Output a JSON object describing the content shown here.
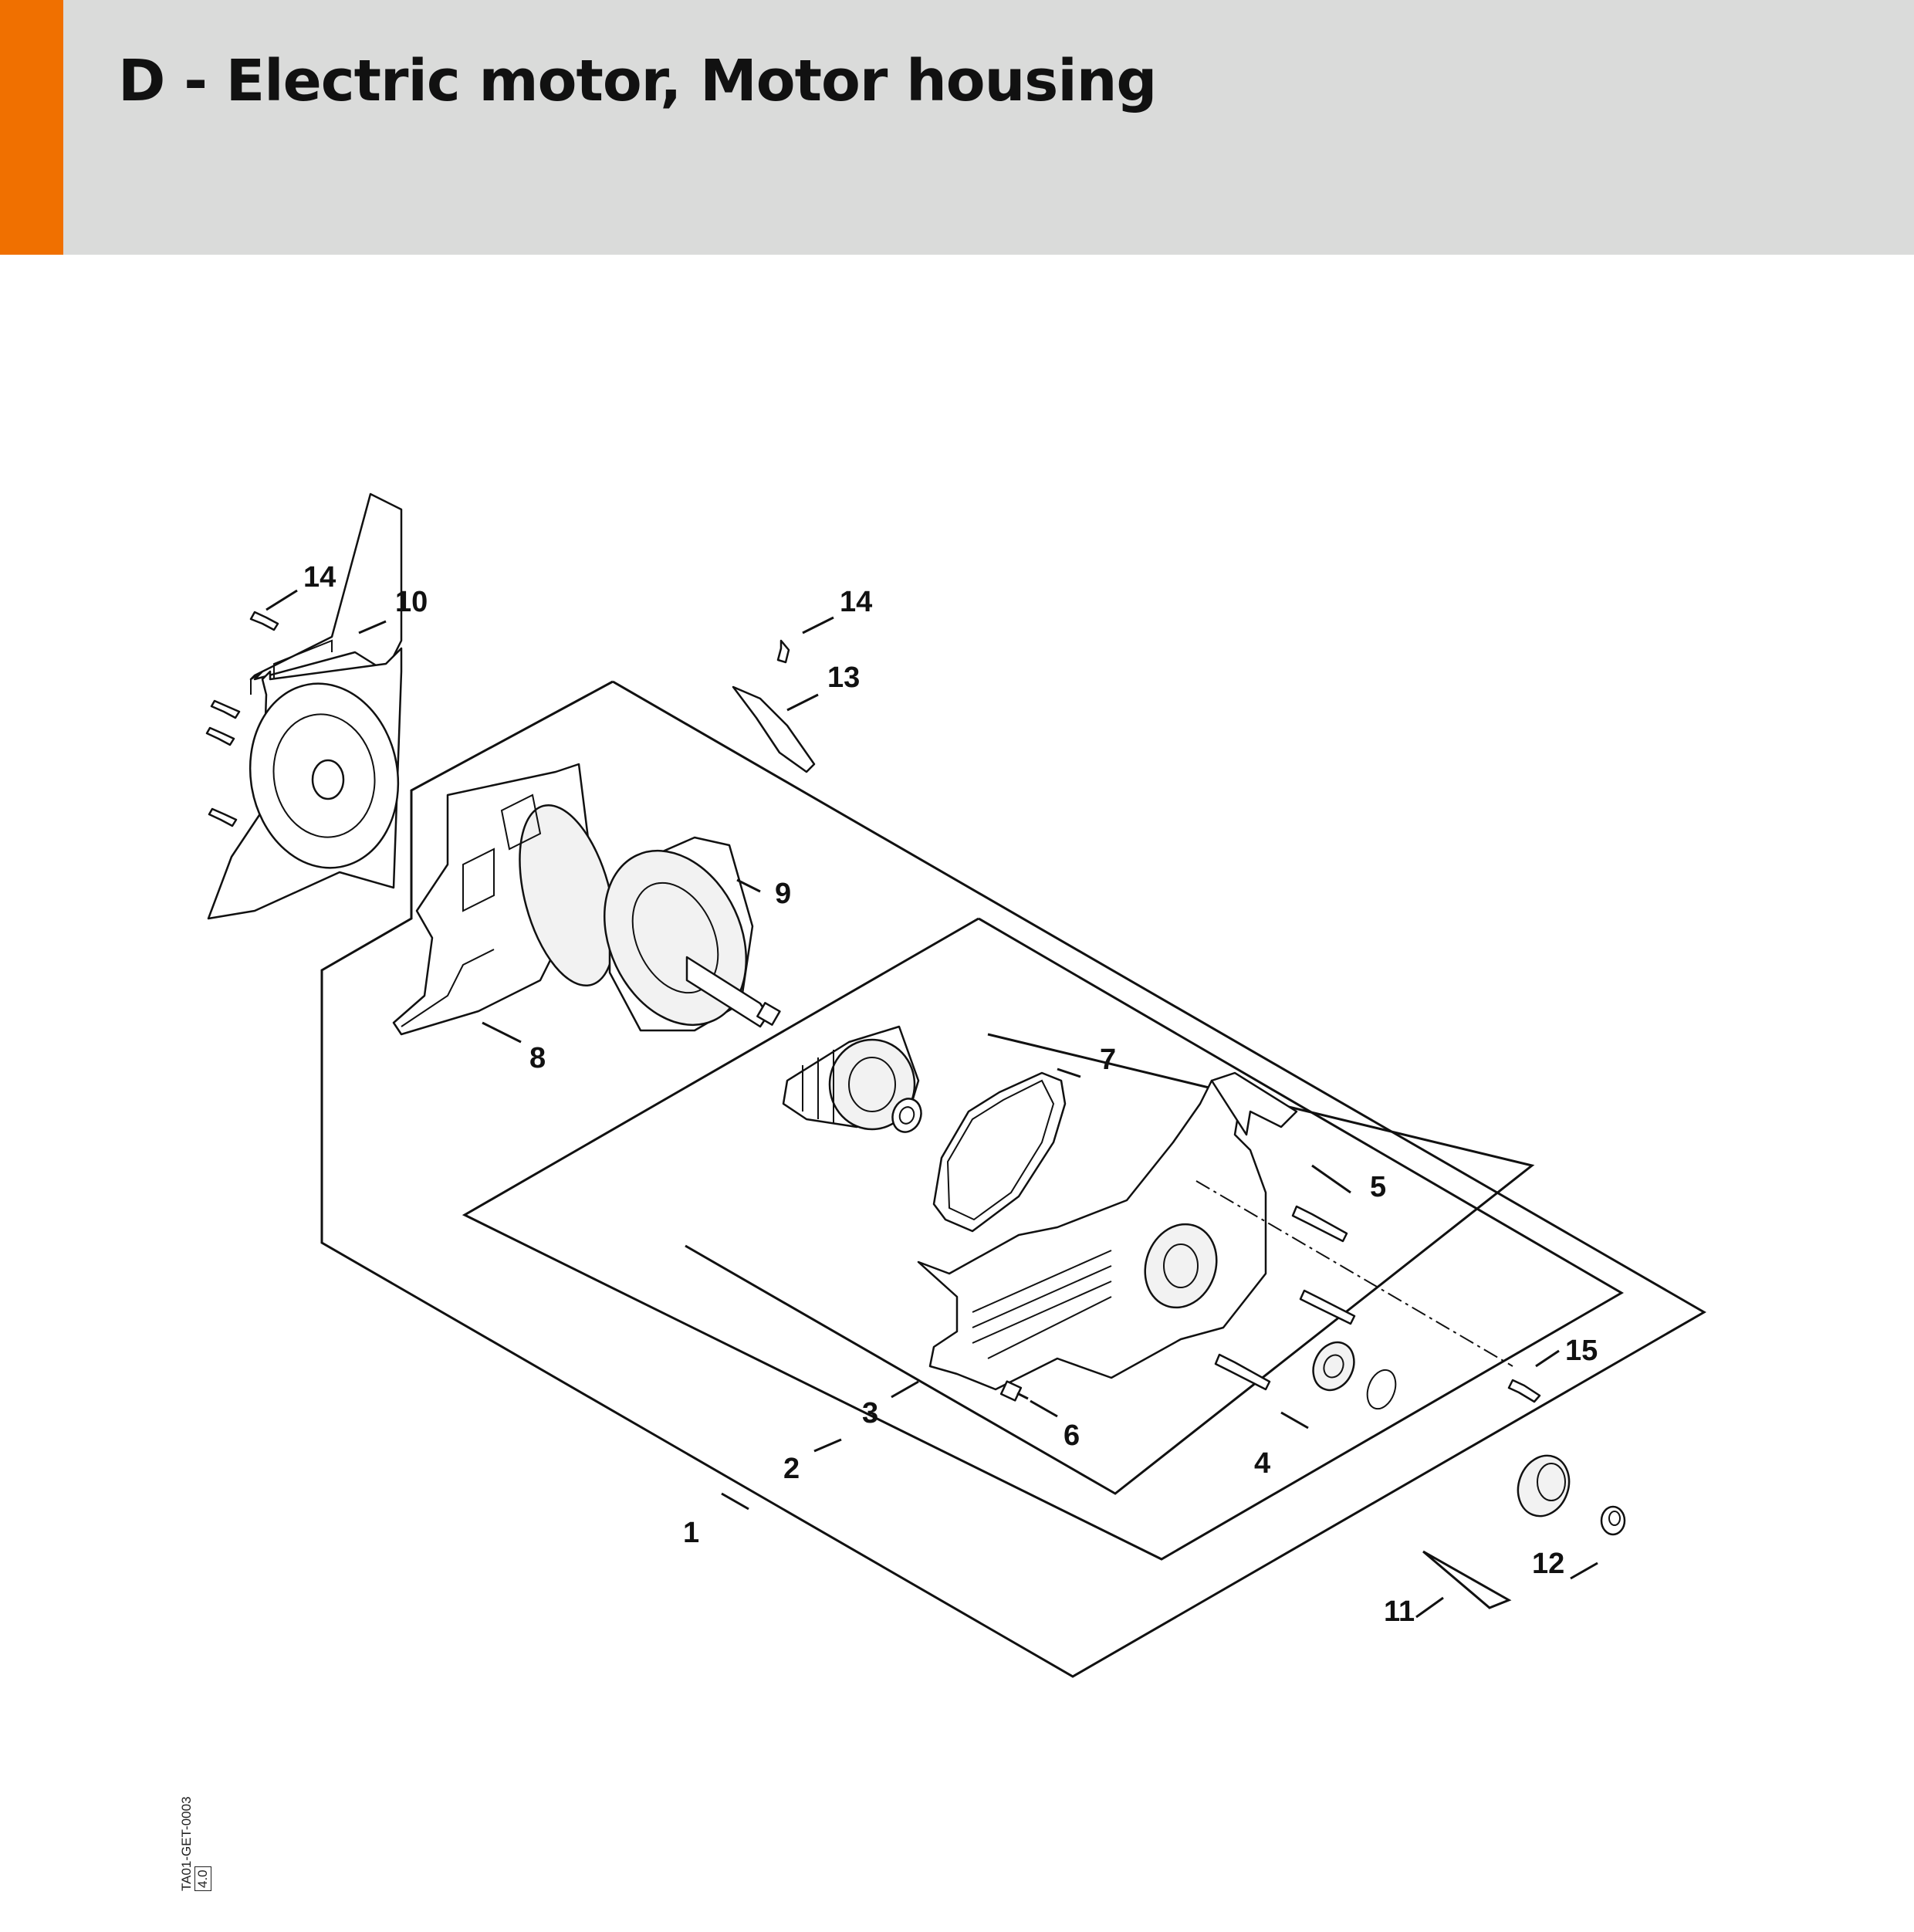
{
  "header": {
    "title": "D - Electric motor, Motor housing",
    "accent_color": "#f07000",
    "background_color": "#dadbda"
  },
  "diagram": {
    "callouts": [
      "1",
      "2",
      "3",
      "4",
      "5",
      "6",
      "7",
      "8",
      "9",
      "10",
      "11",
      "12",
      "13",
      "14",
      "14",
      "15"
    ]
  },
  "footer": {
    "doc_id": "TA01-GET-0003",
    "version": "4.0"
  }
}
